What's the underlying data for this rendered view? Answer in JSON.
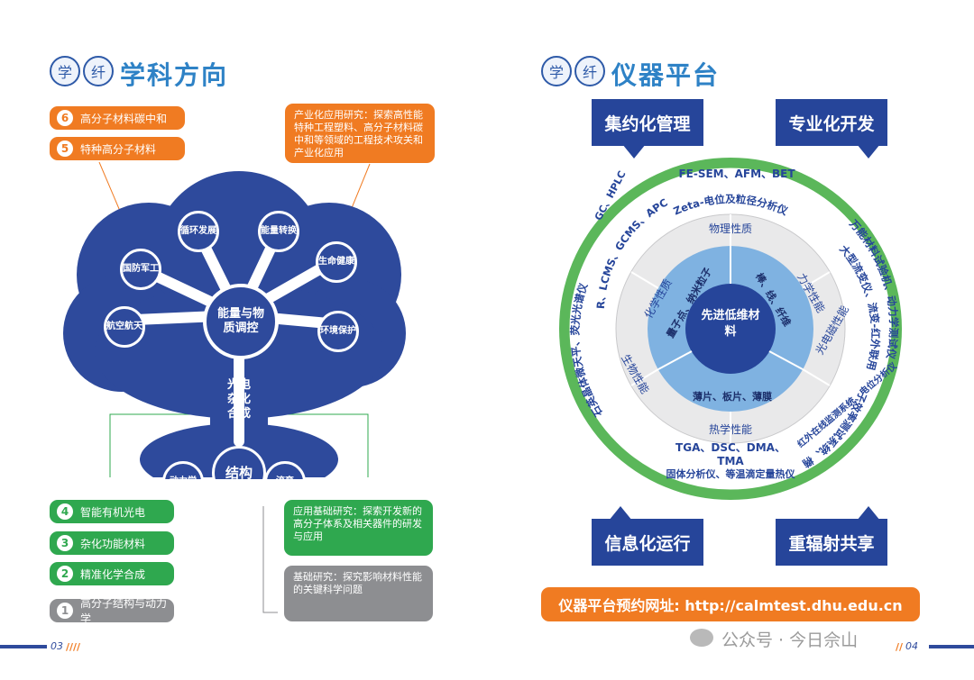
{
  "left": {
    "logo_glyphs": [
      "学",
      "纤"
    ],
    "title": "学科方向",
    "top_pills": [
      {
        "num": "6",
        "label": "高分子材料碳中和"
      },
      {
        "num": "5",
        "label": "特种高分子材料"
      }
    ],
    "industry_box": "产业化应用研究：探索高性能特种工程塑料、高分子材料碳中和等领域的工程技术攻关和产业化应用",
    "tree": {
      "center": "能量与物质调控",
      "trunk": "光电杂化合成",
      "base": "结构",
      "base_left": "动力学",
      "base_right": "流变",
      "leaves": [
        {
          "label": "循环发展"
        },
        {
          "label": "能量转换"
        },
        {
          "label": "国防军工"
        },
        {
          "label": "生命健康"
        },
        {
          "label": "航空航天"
        },
        {
          "label": "环境保护"
        }
      ]
    },
    "bottom_pills": [
      {
        "num": "4",
        "label": "智能有机光电"
      },
      {
        "num": "3",
        "label": "杂化功能材料"
      },
      {
        "num": "2",
        "label": "精准化学合成"
      },
      {
        "num": "1",
        "label": "高分子结构与动力学"
      }
    ],
    "applied_box": "应用基础研究：探索开发新的高分子体系及相关器件的研发与应用",
    "basic_box": "基础研究：探究影响材料性能的关键科学问题",
    "page_num": "03"
  },
  "right": {
    "logo_glyphs": [
      "学",
      "纤"
    ],
    "title": "仪器平台",
    "corners": {
      "tl": "集约化管理",
      "tr": "专业化开发",
      "bl": "信息化运行",
      "br": "重辐射共享"
    },
    "center": "先进低维材料",
    "inner": [
      "量子点、纳米粒子",
      "棒、线、纤维",
      "薄片、板片、薄膜"
    ],
    "middle": [
      "物理性质",
      "力学性能",
      "光电磁性能",
      "热学性能",
      "生物性能",
      "化学性质"
    ],
    "outer": [
      "FE-SEM、AFM、BET",
      "Zeta-电位及粒径分析仪",
      "万能材料试验机、动力学测试仪",
      "大型流变仪、流变-红外联用",
      "光量子效率测试系统、椭偏仪",
      "红外在线监测系统、电位分析仪",
      "TGA、DSC、DMA、TMA",
      "固体分析仪、等温滴定量热仪",
      "石英晶体微天平、荧光光谱仪",
      "NMR、LCMS、GCMS、APC",
      "GC、HPLC"
    ],
    "url_label": "仪器平台预约网址: http://calmtest.dhu.edu.cn",
    "page_num": "04"
  },
  "watermark": "公众号 · 今日佘山",
  "colors": {
    "orange": "#f07b22",
    "green": "#2fa84f",
    "gray": "#8d8e91",
    "navy": "#26459a",
    "ringGreen": "#5bb75a"
  }
}
